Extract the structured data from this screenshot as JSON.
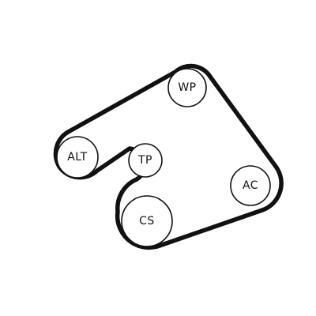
{
  "diagram": {
    "pulleys": {
      "wp": {
        "label": "WP"
      },
      "alt": {
        "label": "ALT"
      },
      "tp": {
        "label": "TP"
      },
      "ac": {
        "label": "AC"
      },
      "cs": {
        "label": "CS"
      }
    },
    "colors": {
      "belt": "#111111",
      "outline": "#111111",
      "background": "#ffffff"
    }
  }
}
